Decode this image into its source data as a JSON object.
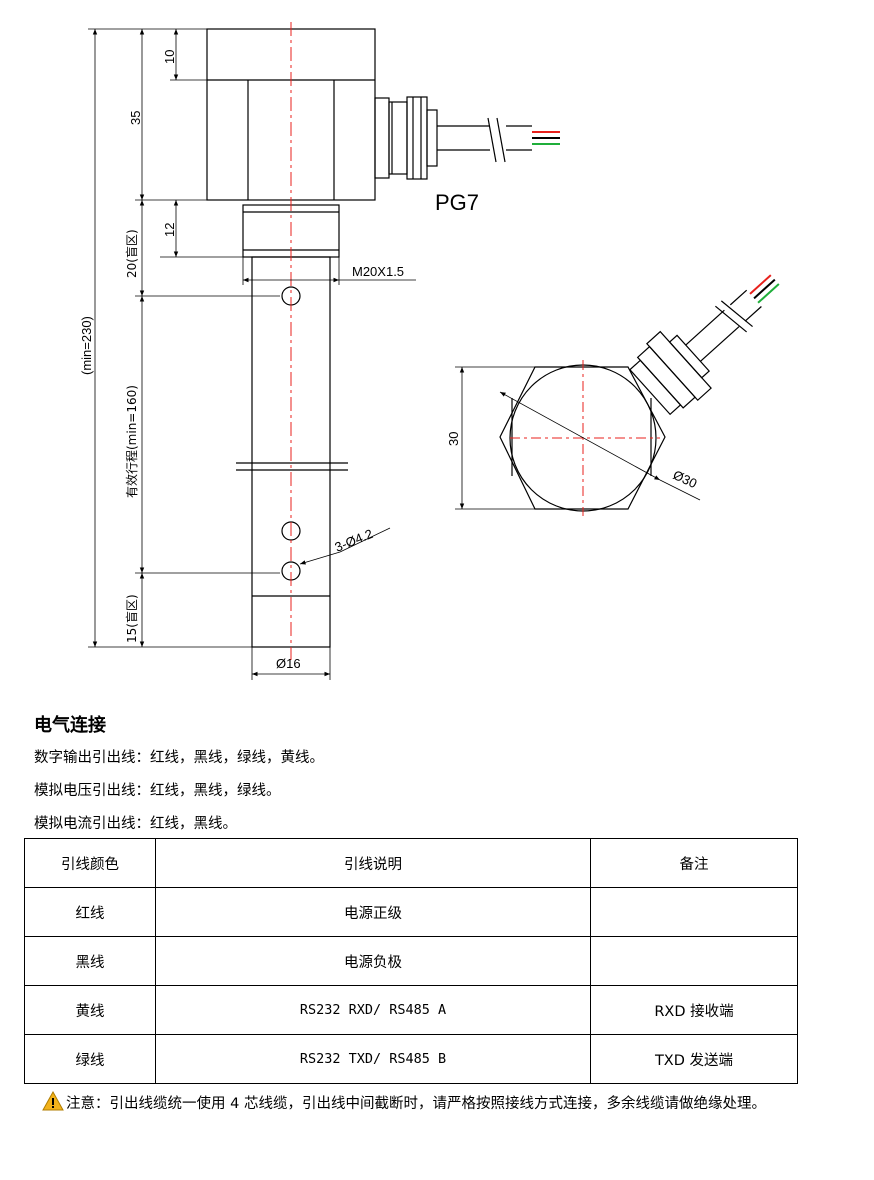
{
  "drawing": {
    "dims": {
      "d10": "10",
      "d35": "35",
      "d12": "12",
      "blind_top": "20(盲区)",
      "total": "(min=230)",
      "stroke": "有效行程(min=160)",
      "blind_bottom": "15(盲区)",
      "thread": "M20X1.5",
      "holes": "3-Ø4.2",
      "diameter_rod": "Ø16",
      "hex_30": "30",
      "dia_30": "Ø30"
    },
    "gland": "PG7",
    "wire_colors": [
      "#e8201c",
      "#000000",
      "#1fae3a"
    ]
  },
  "section_title": "电气连接",
  "lines": {
    "digital": "数字输出引出线：红线，黑线，绿线，黄线。",
    "voltage": "模拟电压引出线：红线，黑线，绿线。",
    "current": "模拟电流引出线：红线，黑线。"
  },
  "table": {
    "headers": [
      "引线颜色",
      "引线说明",
      "备注"
    ],
    "rows": [
      [
        "红线",
        "电源正级",
        ""
      ],
      [
        "黑线",
        "电源负极",
        ""
      ],
      [
        "黄线",
        "RS232 RXD/ RS485 A",
        "RXD 接收端"
      ],
      [
        "绿线",
        "RS232 TXD/ RS485 B",
        "TXD 发送端"
      ]
    ]
  },
  "note": "注意：引出线缆统一使用 4 芯线缆，引出线中间截断时，请严格按照接线方式连接，多余线缆请做绝缘处理。"
}
